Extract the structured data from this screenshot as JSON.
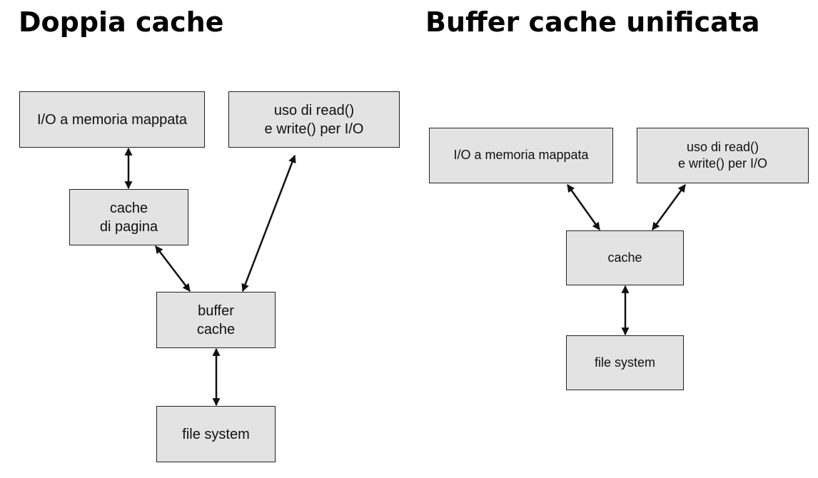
{
  "left": {
    "title": "Doppia cache",
    "boxes": {
      "mmap_io": "I/O a memoria mappata",
      "read_write_io": "uso di read()\ne write() per I/O",
      "page_cache": "cache\ndi pagina",
      "buffer_cache": "buffer\ncache",
      "file_system": "file system"
    }
  },
  "right": {
    "title": "Buffer cache unificata",
    "boxes": {
      "mmap_io": "I/O a memoria mappata",
      "read_write_io": "uso di read()\ne write() per I/O",
      "cache": "cache",
      "file_system": "file system"
    }
  },
  "colors": {
    "box_fill": "#e3e3e3",
    "box_border": "#222222",
    "arrow": "#111111"
  }
}
